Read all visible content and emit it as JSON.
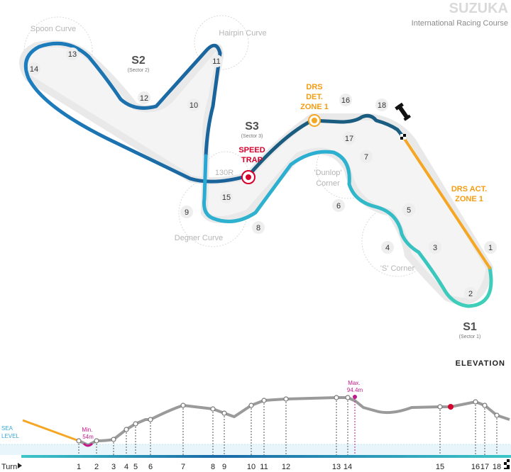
{
  "header": {
    "title": "SUZUKA",
    "subtitle": "International Racing Course"
  },
  "sectors": [
    {
      "id": "s1",
      "label": "S1",
      "sub": "(Sector 1)"
    },
    {
      "id": "s2",
      "label": "S2",
      "sub": "(Sector 2)"
    },
    {
      "id": "s3",
      "label": "S3",
      "sub": "(Sector 3)"
    }
  ],
  "corners_named": [
    {
      "id": "spoon",
      "label": "Spoon Curve"
    },
    {
      "id": "hairpin",
      "label": "Hairpin Curve"
    },
    {
      "id": "130r",
      "label": "130R"
    },
    {
      "id": "degner",
      "label": "Degner Curve"
    },
    {
      "id": "dunlop",
      "label": "'Dunlop' Corner"
    },
    {
      "id": "s-corner",
      "label": "'S' Corner"
    }
  ],
  "turns": [
    "1",
    "2",
    "3",
    "4",
    "5",
    "6",
    "7",
    "8",
    "9",
    "10",
    "11",
    "12",
    "13",
    "14",
    "15",
    "16",
    "17",
    "18"
  ],
  "drs": {
    "detection": "DRS DET. ZONE 1",
    "activation": "DRS ACT. ZONE 1",
    "color": "#f5a623"
  },
  "speed_trap": {
    "label": "SPEED TRAP",
    "color": "#d6002c"
  },
  "elevation": {
    "title": "ELEVATION",
    "sea_level_label": "SEA LEVEL",
    "turn_axis_label": "Turn",
    "min_label": "Min.",
    "min_value": "54m",
    "max_label": "Max.",
    "max_value": "94.4m",
    "turn_ticks": [
      "1",
      "2",
      "3",
      "4",
      "5",
      "6",
      "7",
      "8",
      "9",
      "10",
      "11",
      "12",
      "13",
      "14",
      "15",
      "16",
      "17",
      "18"
    ]
  },
  "colors": {
    "sector1": "#3cc7bf",
    "sector2": "#1a6aa8",
    "sector3": "#16557a",
    "drs": "#f5a623",
    "speed_trap": "#d6002c",
    "elevation_line": "#9a9a9a",
    "minmax_marker": "#c2188a"
  }
}
